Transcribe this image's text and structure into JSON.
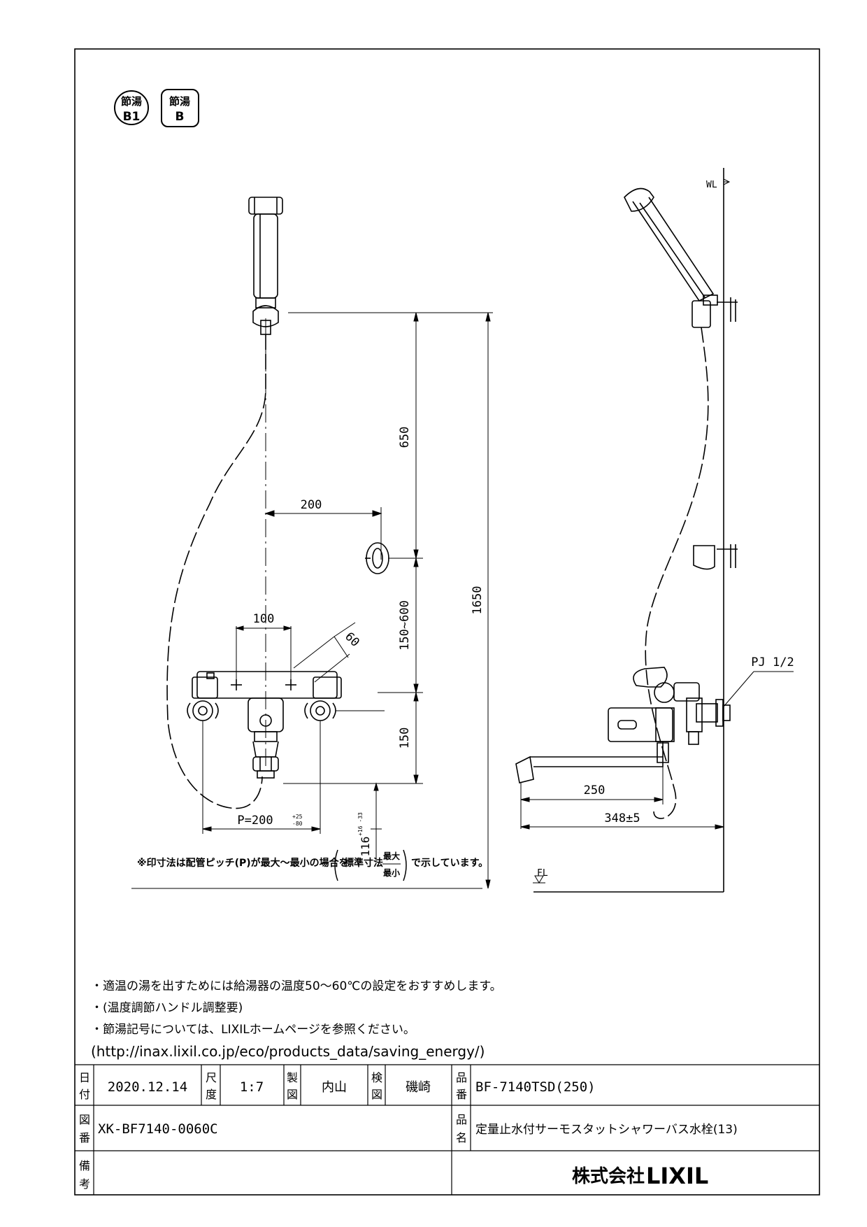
{
  "badges": [
    {
      "top": "節湯",
      "bottom": "B1"
    },
    {
      "top": "節湯",
      "bottom": "B"
    }
  ],
  "dims": {
    "d650": "650",
    "d1650": "1650",
    "d200": "200",
    "d100": "100",
    "d60": "60",
    "d150_600": "150~600",
    "d150": "150",
    "pitch": "P=200",
    "pitch_tol_plus": "+25",
    "pitch_tol_minus": "-80",
    "d116": "116",
    "d116_tol": "+16 -33",
    "d250": "250",
    "d348": "348±5",
    "pj": "PJ 1/2",
    "wl": "WL",
    "fl": "FL"
  },
  "footnote": {
    "before": "※印寸法は配管ピッチ(P)が最大～最小の場合を",
    "std": "標準寸法",
    "max": "最大",
    "min": "最小",
    "after": "で示しています。"
  },
  "notes": [
    "・適温の湯を出すためには給湯器の温度50～60℃の設定をおすすめします。",
    "・(温度調節ハンドル調整要)",
    "・節湯記号については、LIXILホームページを参照ください。",
    "(http://inax.lixil.co.jp/eco/products_data/saving_energy/)"
  ],
  "title_block": {
    "date_label": [
      "日",
      "付"
    ],
    "date": "2020.12.14",
    "scale_label": [
      "尺",
      "度"
    ],
    "scale": "1:7",
    "drawn_label": [
      "製",
      "図"
    ],
    "drawn": "内山",
    "checked_label": [
      "検",
      "図"
    ],
    "checked": "磯崎",
    "product_no_label": [
      "品",
      "番"
    ],
    "product_no": "BF-7140TSD(250)",
    "drawing_no_label": [
      "図",
      "番"
    ],
    "drawing_no": "XK-BF7140-0060C",
    "product_name_label": [
      "品",
      "名"
    ],
    "product_name": "定量止水付サーモスタットシャワーバス水栓(13)",
    "remarks_label": [
      "備",
      "考"
    ],
    "company": "株式会社",
    "brand": "LIXIL"
  }
}
